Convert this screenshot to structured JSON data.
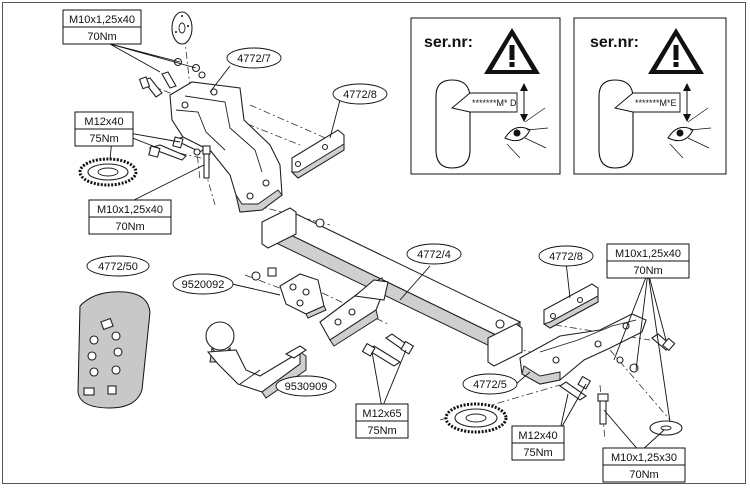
{
  "torque_labels": {
    "top_left": {
      "bolt": "M10x1,25x40",
      "torque": "70Nm"
    },
    "left_m12": {
      "bolt": "M12x40",
      "torque": "75Nm"
    },
    "left_m10": {
      "bolt": "M10x1,25x40",
      "torque": "70Nm"
    },
    "right_m10": {
      "bolt": "M10x1,25x40",
      "torque": "70Nm"
    },
    "center_m12": {
      "bolt": "M12x65",
      "torque": "75Nm"
    },
    "bottom_m12": {
      "bolt": "M12x40",
      "torque": "75Nm"
    },
    "bottom_m10": {
      "bolt": "M10x1,25x30",
      "torque": "70Nm"
    }
  },
  "part_numbers": {
    "bracket_left": "4772/7",
    "plate_left": "4772/8",
    "crossbar": "4772/4",
    "plate_right": "4772/8",
    "bracket_right": "4772/5",
    "hardware_bag": "4772/50",
    "socket_plate": "9520092",
    "tow_ball": "9530909"
  },
  "serial_panels": [
    {
      "title": "ser.nr:",
      "code": "*******M* D"
    },
    {
      "title": "ser.nr:",
      "code": "*******M*E"
    }
  ]
}
